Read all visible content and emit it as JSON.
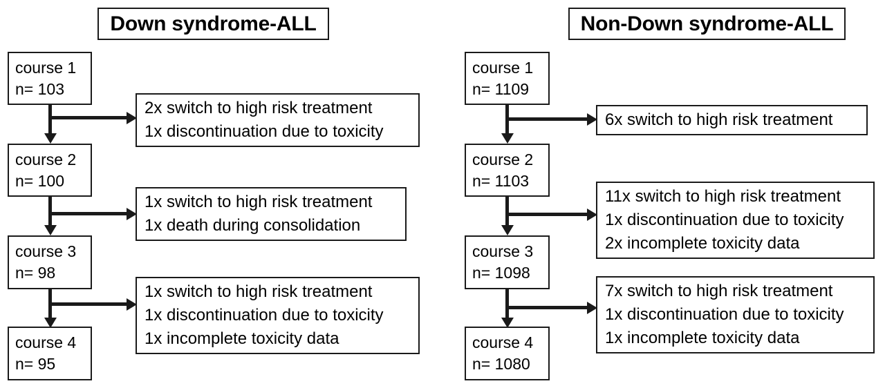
{
  "figure": {
    "type": "flowchart",
    "description": "Two parallel patient-flow (CONSORT-style) diagrams comparing treatment course completion",
    "panels": [
      {
        "id": "down-syndrome-all",
        "title": "Down syndrome-ALL",
        "courses": [
          {
            "label": "course 1",
            "n": "n= 103"
          },
          {
            "label": "course 2",
            "n": "n= 100"
          },
          {
            "label": "course 3",
            "n": "n= 98"
          },
          {
            "label": "course 4",
            "n": "n= 95"
          }
        ],
        "notes": [
          {
            "after_course": "course 1",
            "lines": [
              "2x switch to high risk treatment",
              "1x discontinuation due to toxicity"
            ]
          },
          {
            "after_course": "course 2",
            "lines": [
              "1x switch to high risk treatment",
              "1x death during consolidation"
            ]
          },
          {
            "after_course": "course 3",
            "lines": [
              "1x switch to high risk treatment",
              "1x discontinuation due to toxicity",
              "1x incomplete toxicity data"
            ]
          }
        ]
      },
      {
        "id": "non-down-syndrome-all",
        "title": "Non-Down syndrome-ALL",
        "courses": [
          {
            "label": "course 1",
            "n": "n= 1109"
          },
          {
            "label": "course 2",
            "n": "n= 1103"
          },
          {
            "label": "course 3",
            "n": "n= 1098"
          },
          {
            "label": "course 4",
            "n": "n= 1080"
          }
        ],
        "notes": [
          {
            "after_course": "course 1",
            "lines": [
              "6x switch to high risk treatment"
            ]
          },
          {
            "after_course": "course 2",
            "lines": [
              "11x switch to high risk treatment",
              "1x discontinuation due to toxicity",
              "2x incomplete toxicity data"
            ]
          },
          {
            "after_course": "course 3",
            "lines": [
              "7x switch to high risk treatment",
              "1x discontinuation due to toxicity",
              "1x incomplete toxicity data"
            ]
          }
        ]
      }
    ],
    "colors": {
      "stroke": "#1a1a1a",
      "background": "#ffffff",
      "text": "#000000"
    }
  }
}
